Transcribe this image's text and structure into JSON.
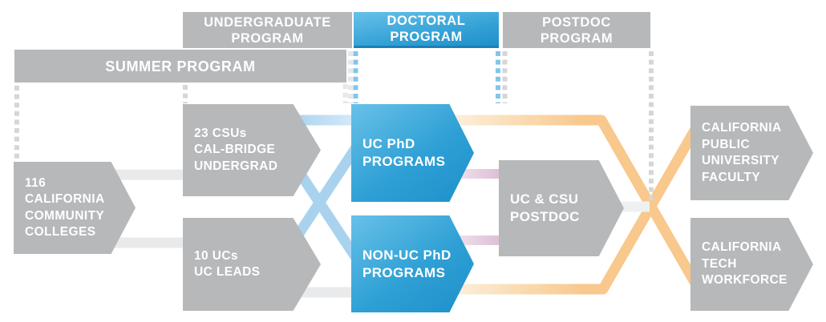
{
  "title": "Cal-Bridge pathway diagram",
  "headers": {
    "undergraduate": {
      "label": "UNDERGRADUATE\nPROGRAM"
    },
    "doctoral": {
      "label": "DOCTORAL\nPROGRAM"
    },
    "postdoc": {
      "label": "POSTDOC\nPROGRAM"
    },
    "summer": {
      "label": "SUMMER PROGRAM"
    }
  },
  "nodes": {
    "community_colleges": {
      "label": "116\nCALIFORNIA\nCOMMUNITY\nCOLLEGES"
    },
    "csu_calbridge": {
      "label": "23 CSUs\nCAL-BRIDGE\nUNDERGRAD"
    },
    "uc_leads": {
      "label": "10 UCs\nUC LEADS"
    },
    "uc_phd": {
      "label": "UC PhD\nPROGRAMS"
    },
    "non_uc_phd": {
      "label": "NON-UC PhD\nPROGRAMS"
    },
    "uc_csu_postdoc": {
      "label": "UC & CSU\nPOSTDOC"
    },
    "public_university_faculty": {
      "label": "CALIFORNIA\nPUBLIC\nUNIVERSITY\nFACULTY"
    },
    "tech_workforce": {
      "label": "CALIFORNIA\nTECH\nWORKFORCE"
    }
  },
  "colors": {
    "gray": "#b6b8ba",
    "blue_light": "#68c1e8",
    "blue_dark": "#1e90ca",
    "connector_blue": "#a9d2ef",
    "connector_blue_pale": "#d7ebfa",
    "connector_white": "#e9eaec",
    "connector_pink": "#dcbcd4",
    "connector_pink_pale": "#f3e9f0",
    "connector_orange": "#f8c88c",
    "connector_orange_pale": "#fdf1df",
    "dash_gray": "#d5d6d8",
    "dash_blue": "#82c5ea"
  }
}
